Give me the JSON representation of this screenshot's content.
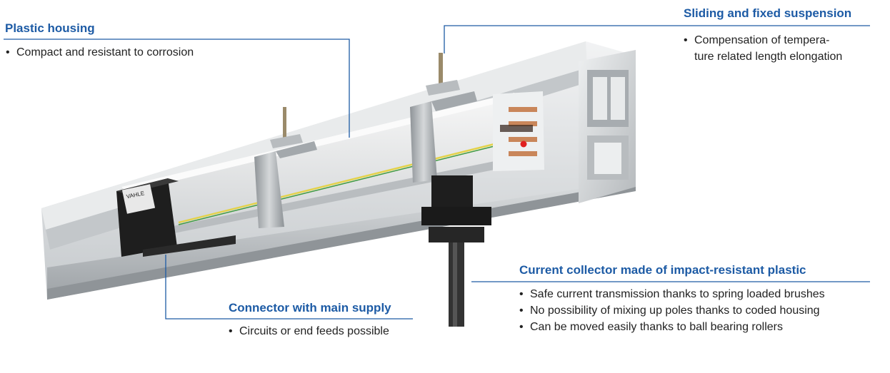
{
  "callouts": {
    "plastic_housing": {
      "title": "Plastic housing",
      "bullets": [
        "Compact and resistant to corrosion"
      ]
    },
    "suspension": {
      "title": "Sliding and fixed suspension",
      "bullets": [
        "Compensation of tempera-",
        "ture related length elongation"
      ]
    },
    "collector": {
      "title": "Current collector made of impact-resistant plastic",
      "bullets": [
        "Safe current transmission thanks to spring loaded brushes",
        "No possibility of mixing up poles thanks to coded housing",
        "Can be moved easily thanks to ball bearing rollers"
      ]
    },
    "connector": {
      "title": "Connector with main supply",
      "bullets": [
        "Circuits or end feeds possible"
      ]
    }
  },
  "colors": {
    "accent": "#1d5ba5",
    "leader_line": "#1d5ba5",
    "profile": "#cfd3d6",
    "housing": "#e6e8e9",
    "dark": "#1e1e1e",
    "stripe_yellow": "#e3d24a",
    "stripe_green": "#3f9a3f",
    "copper": "#c9865a",
    "marker_red": "#e02020"
  },
  "connector_label": "VAHLE"
}
